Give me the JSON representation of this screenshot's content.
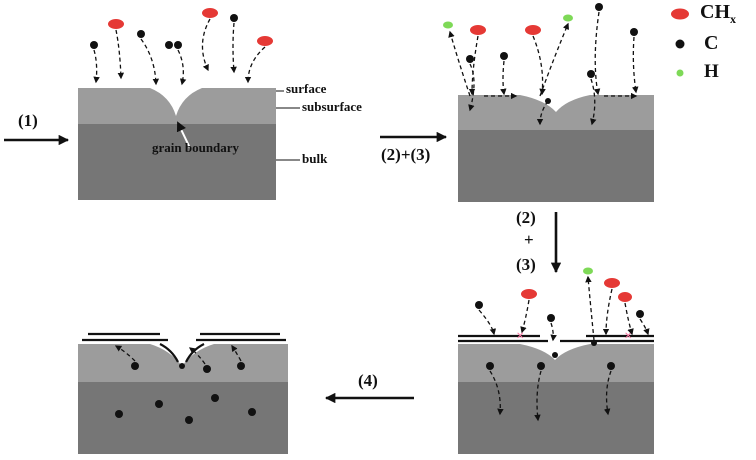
{
  "labels": {
    "surface": "surface",
    "subsurface": "subsurface",
    "bulk": "bulk",
    "grain_boundary": "grain boundary"
  },
  "steps": {
    "step1": "(1)",
    "step2_3": "(2)+(3)",
    "step2": "(2)",
    "plus": "+",
    "step3": "(3)",
    "step4": "(4)"
  },
  "legend": [
    {
      "name": "ch-species",
      "label": "CH",
      "subscript": "x",
      "color": "#e53935"
    },
    {
      "name": "c-species",
      "label": "C",
      "color": "#111111"
    },
    {
      "name": "h-species",
      "label": "H",
      "color": "#7ed957"
    }
  ],
  "colors": {
    "surface_layer": "#9a9a9a",
    "bulk_layer": "#767676",
    "ch": "#e53935",
    "c": "#111111",
    "h": "#7ed957",
    "mark": "#ff7aa8"
  }
}
